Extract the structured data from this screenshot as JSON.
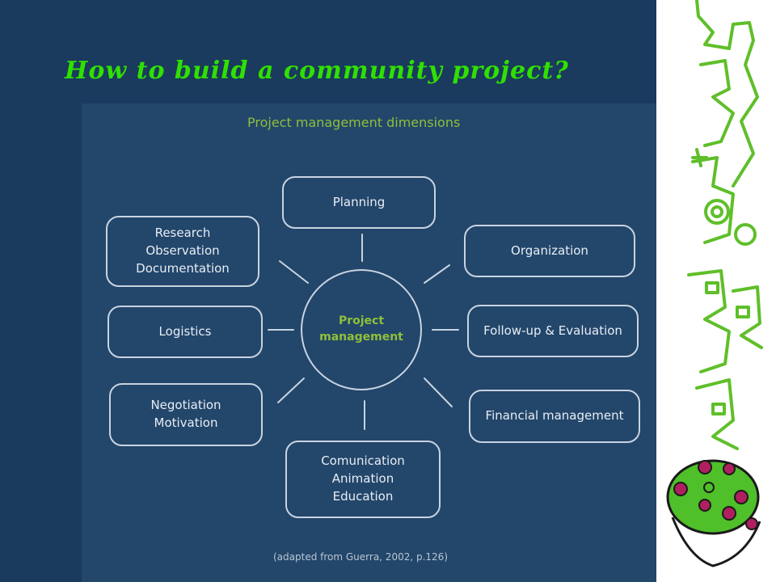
{
  "slide": {
    "title": "How to build a community project?"
  },
  "diagram": {
    "title": "Project management dimensions",
    "center": "Project\nmanagement",
    "nodes": [
      {
        "id": "planning",
        "label": "Planning"
      },
      {
        "id": "organization",
        "label": "Organization"
      },
      {
        "id": "follow-up",
        "label": "Follow-up & Evaluation"
      },
      {
        "id": "financial",
        "label": "Financial management"
      },
      {
        "id": "communication",
        "label": "Comunication\nAnimation\nEducation"
      },
      {
        "id": "negotiation",
        "label": "Negotiation\nMotivation"
      },
      {
        "id": "logistics",
        "label": "Logistics"
      },
      {
        "id": "research",
        "label": "Research\nObservation\nDocumentation"
      }
    ],
    "source": "(adapted from Guerra, 2002, p.126)"
  },
  "colors": {
    "background": "#1a3a5e",
    "panel": "#23466b",
    "title_green": "#2fe000",
    "accent_green": "#8fbf3a",
    "outline": "#c8d4e0"
  }
}
